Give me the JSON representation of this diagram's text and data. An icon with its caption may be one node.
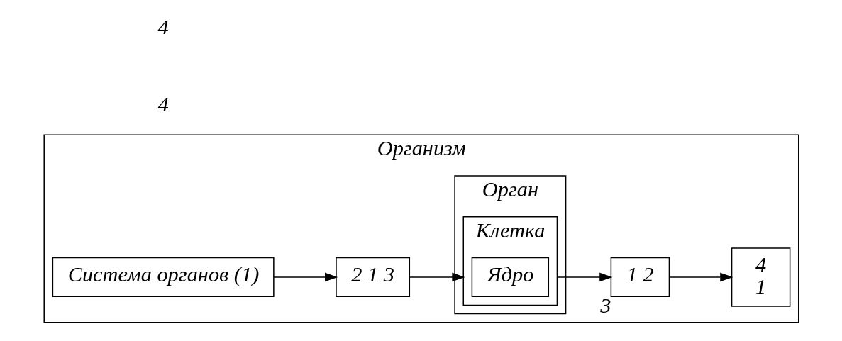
{
  "diagram": {
    "nodes": [
      {
        "text": [
          "Организм"
        ]
      },
      {
        "text": [
          "Система органов (1)"
        ],
        "in": 0
      },
      {
        "text": [
          "Орган"
        ],
        "in": 0
      },
      {
        "text": [
          "Клетка"
        ],
        "in": 2
      },
      {
        "text": [
          "Ядро"
        ],
        "in": 3
      },
      {
        "text": [
          "2 1 3"
        ],
        "in": 0
      },
      {
        "text": [
          "1 2"
        ],
        "beside": [
          "3"
        ],
        "in": 0
      },
      {
        "text": [
          "4",
          "1"
        ],
        "in": 0
      }
    ],
    "edges": [
      {
        "from": 1,
        "to": 5,
        "arrow": "to"
      },
      {
        "from": 5,
        "to": 3,
        "arrow": "to"
      },
      {
        "from": 3,
        "to": 6,
        "arrow": "to"
      },
      {
        "from": 6,
        "to": 7,
        "arrow": "to"
      }
    ],
    "labels": [
      "4",
      "4"
    ]
  }
}
